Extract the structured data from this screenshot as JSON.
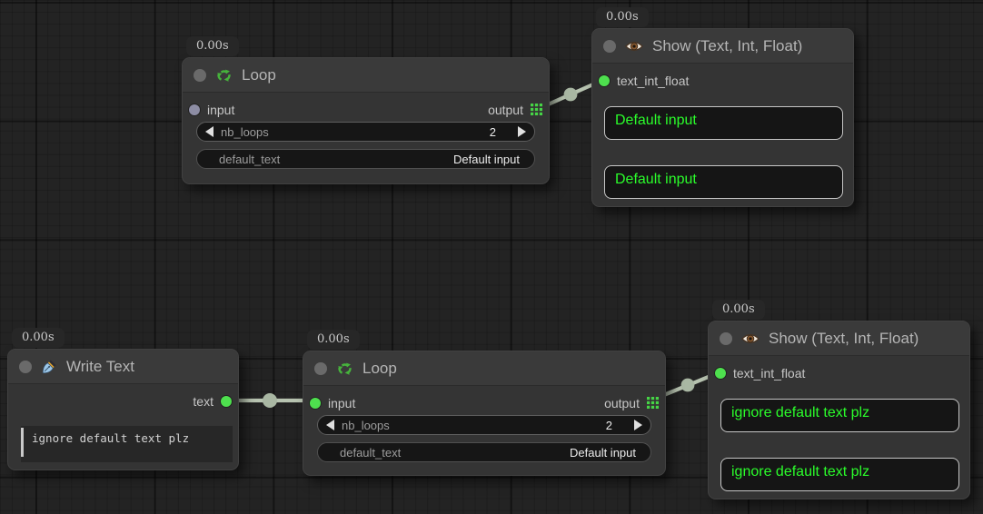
{
  "colors": {
    "canvas_bg": "#232323",
    "node_header": "#3a3a3a",
    "node_body": "#343434",
    "link": "#b7c3b0",
    "reroute_dot": "#a9b7a3",
    "port_connected_green": "#4ee04e",
    "port_unconnected_gray": "#8d8da4",
    "display_text_green": "#2bfd2b",
    "widget_bg": "#161616"
  },
  "nodes": {
    "loop_top": {
      "badge": "0.00s",
      "title": "Loop",
      "icon": "recycle-icon",
      "input_label": "input",
      "output_label": "output",
      "widgets": {
        "nb_loops": {
          "label": "nb_loops",
          "value": "2"
        },
        "default_text": {
          "label": "default_text",
          "value": "Default input"
        }
      }
    },
    "show_top": {
      "badge": "0.00s",
      "title": "Show (Text, Int, Float)",
      "icon": "eye-icon",
      "input_label": "text_int_float",
      "outputs_display": [
        "Default input",
        "Default input"
      ]
    },
    "write_text": {
      "badge": "0.00s",
      "title": "Write Text",
      "icon": "pen-icon",
      "output_label": "text",
      "textarea_value": "ignore default text plz"
    },
    "loop_bottom": {
      "badge": "0.00s",
      "title": "Loop",
      "icon": "recycle-icon",
      "input_label": "input",
      "output_label": "output",
      "widgets": {
        "nb_loops": {
          "label": "nb_loops",
          "value": "2"
        },
        "default_text": {
          "label": "default_text",
          "value": "Default input"
        }
      }
    },
    "show_bottom": {
      "badge": "0.00s",
      "title": "Show (Text, Int, Float)",
      "icon": "eye-icon",
      "input_label": "text_int_float",
      "outputs_display": [
        "ignore default text plz",
        "ignore default text plz"
      ]
    }
  }
}
